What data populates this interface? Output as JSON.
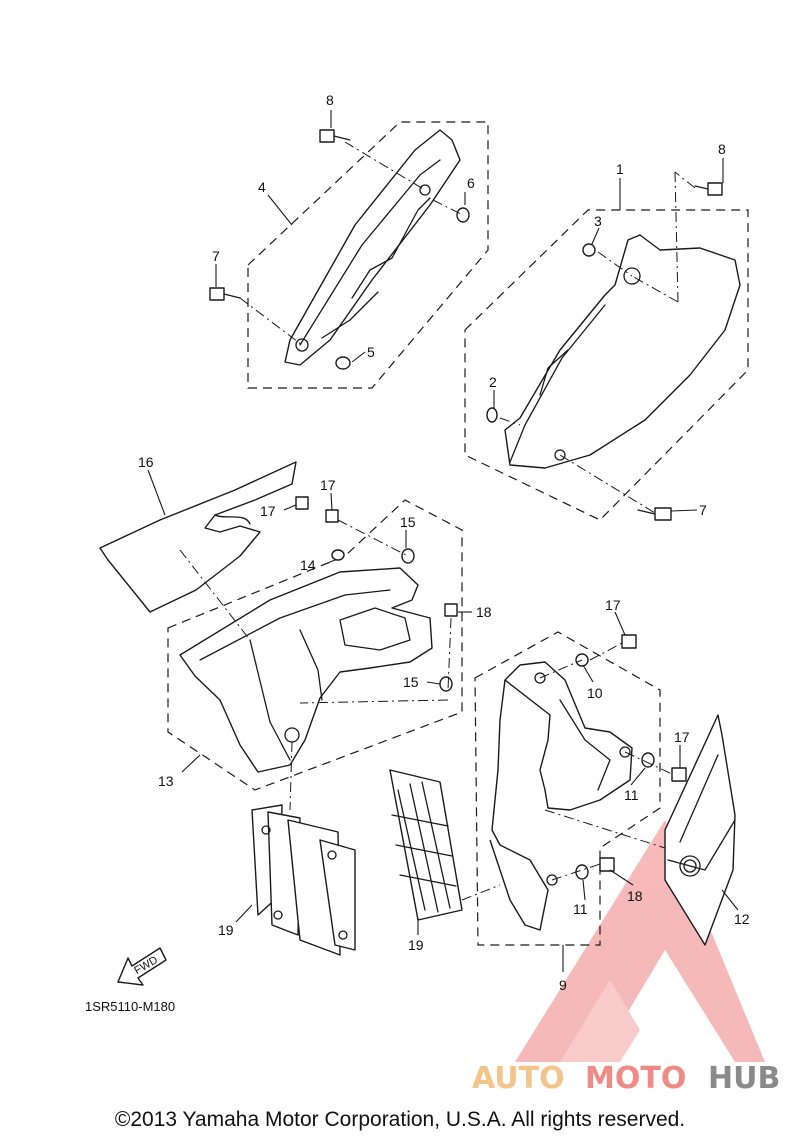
{
  "callouts": {
    "c1": "1",
    "c2": "2",
    "c3": "3",
    "c4": "4",
    "c5": "5",
    "c6": "6",
    "c7a": "7",
    "c7b": "7",
    "c8a": "8",
    "c8b": "8",
    "c9": "9",
    "c10": "10",
    "c11a": "11",
    "c11b": "11",
    "c12": "12",
    "c13": "13",
    "c14": "14",
    "c15a": "15",
    "c15b": "15",
    "c16": "16",
    "c17a": "17",
    "c17b": "17",
    "c17c": "17",
    "c18a": "18",
    "c18b": "18",
    "c19a": "19",
    "c19b": "19"
  },
  "fwd_label": "FWD",
  "diagram_code": "1SR5110-M180",
  "copyright": "©2013 Yamaha Motor Corporation, U.S.A. All rights reserved.",
  "watermark": {
    "part1": "AUTO",
    "part2": "MOTO",
    "part3": "HUB",
    "colors": {
      "auto": "#f5c48a",
      "moto": "#f08a84",
      "hub": "#8a8a8a",
      "logo": "#f08080"
    }
  }
}
